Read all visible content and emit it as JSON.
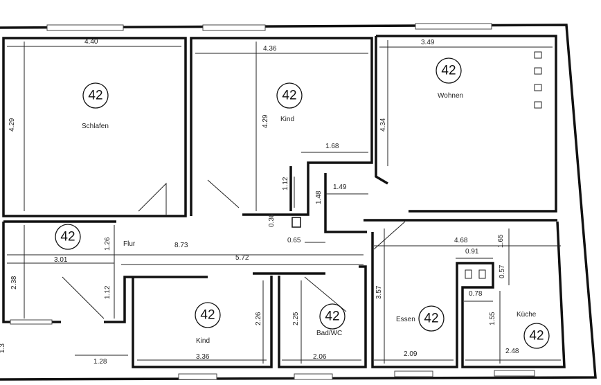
{
  "plan": {
    "rooms": [
      {
        "name": "Schlafen",
        "number": "42"
      },
      {
        "name": "Kind",
        "number": "42"
      },
      {
        "name": "Wohnen",
        "number": "42"
      },
      {
        "name": "Flur",
        "number": "42"
      },
      {
        "name": "Kind",
        "number": "42"
      },
      {
        "name": "Bad/WC",
        "number": "42"
      },
      {
        "name": "Essen",
        "number": "42"
      },
      {
        "name": "Küche",
        "number": "42"
      }
    ],
    "dimensions": [
      "4.40",
      "4.36",
      "3.49",
      "4.29",
      "4.29",
      "4.34",
      "1.68",
      "1.12",
      "1.49",
      "1.48",
      "0.36",
      "0.65",
      "8.73",
      "5.72",
      "3.01",
      "1.26",
      "2.38",
      "1.12",
      "1.28",
      "3.36",
      "2.26",
      "2.25",
      "2.06",
      "3.57",
      "2.09",
      "4.68",
      "0.91",
      "1.65",
      "0.57",
      "0.78",
      "1.55",
      "2.48",
      "1.3"
    ]
  }
}
